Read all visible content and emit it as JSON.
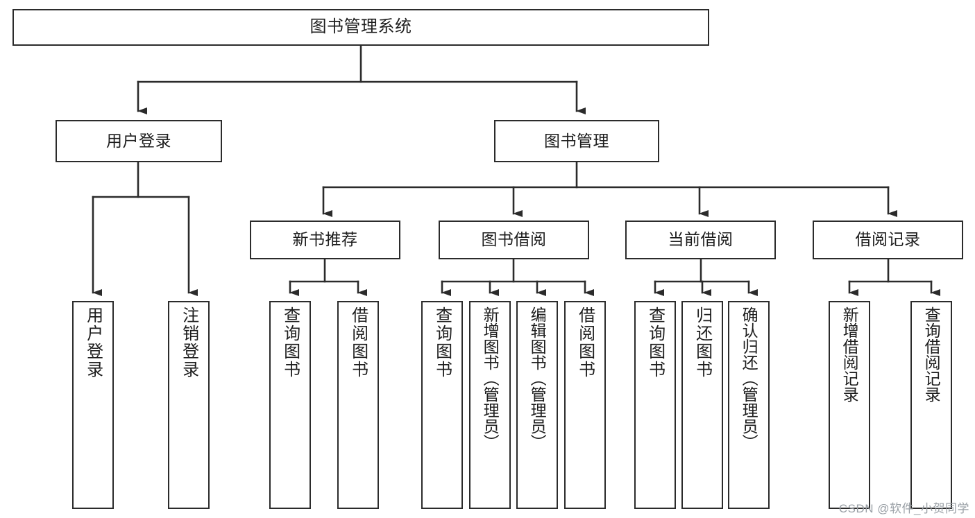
{
  "diagram": {
    "type": "tree",
    "title": "图书管理系统",
    "stroke_color": "#2b2b2b",
    "background_color": "#ffffff",
    "text_color": "#1d1d1d",
    "root": {
      "label": "图书管理系统"
    },
    "level1": [
      {
        "label": "用户登录"
      },
      {
        "label": "图书管理"
      }
    ],
    "level2": [
      {
        "label": "新书推荐"
      },
      {
        "label": "图书借阅"
      },
      {
        "label": "当前借阅"
      },
      {
        "label": "借阅记录"
      }
    ],
    "leaves": {
      "user_login": [
        {
          "label": "用户登录"
        },
        {
          "label": "注销登录"
        }
      ],
      "new_book_recommend": [
        {
          "label": "查询图书"
        },
        {
          "label": "借阅图书"
        }
      ],
      "book_borrow": [
        {
          "label": "查询图书"
        },
        {
          "label": "新增图书（管理员）"
        },
        {
          "label": "编辑图书（管理员）"
        },
        {
          "label": "借阅图书"
        }
      ],
      "current_borrow": [
        {
          "label": "查询图书"
        },
        {
          "label": "归还图书"
        },
        {
          "label": "确认归还（管理员）"
        }
      ],
      "borrow_record": [
        {
          "label": "新增借阅记录"
        },
        {
          "label": "查询借阅记录"
        }
      ]
    }
  },
  "watermark": {
    "text": "CSDN @软件_小贺同学",
    "color": "#9aa0a6"
  }
}
